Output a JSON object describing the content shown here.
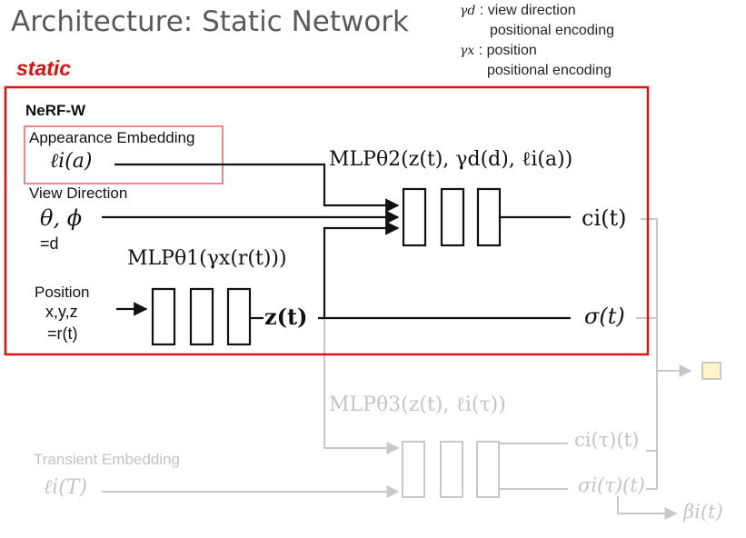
{
  "title": "Architecture: Static Network",
  "legend": {
    "gamma_d_symbol": "γd",
    "gamma_d_line1": ": view direction",
    "gamma_d_line2": "positional encoding",
    "gamma_x_symbol": "γx",
    "gamma_x_line1": ": position",
    "gamma_x_line2": "positional encoding"
  },
  "static_label": "static",
  "box_title": "NeRF-W",
  "inputs": {
    "appearance_label": "Appearance Embedding",
    "appearance_symbol": "ℓi(a)",
    "view_label": "View Direction",
    "view_symbol": "θ, ϕ",
    "view_eq": "=d",
    "position_label": "Position",
    "position_vars": "x,y,z",
    "position_eq": "=r(t)",
    "transient_label": "Transient Embedding",
    "transient_symbol": "ℓi(T)"
  },
  "mlp": {
    "mlp1": "MLPθ1(γx(r(t)))",
    "mlp2": "MLPθ2(z(t), γd(d), ℓi(a))",
    "mlp3": "MLPθ3(z(t), ℓi(τ))"
  },
  "intermediate": {
    "z": "z(t)"
  },
  "outputs": {
    "color": "ci(t)",
    "sigma": "σ(t)",
    "transient_color": "ci(τ)(t)",
    "transient_sigma": "σi(τ)(t)",
    "beta": "βi(t)"
  },
  "colors": {
    "static_box": "#e01010",
    "appearance_box": "#e86060",
    "active_stroke": "#111111",
    "inactive_stroke": "#c8c8c8",
    "output_square": "#fff3c8"
  }
}
